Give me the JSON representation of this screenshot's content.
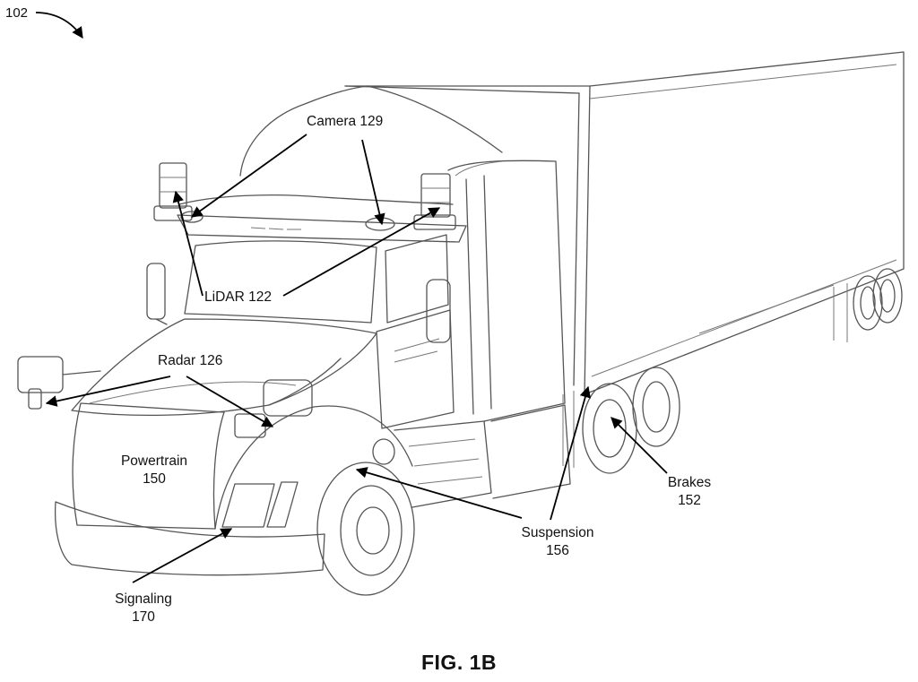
{
  "figure": {
    "reference_numeral": "102",
    "title": "FIG. 1B"
  },
  "labels": {
    "camera": {
      "name": "Camera 129"
    },
    "lidar": {
      "name": "LiDAR  122"
    },
    "radar": {
      "name": "Radar  126"
    },
    "powertrain": {
      "name": "Powertrain",
      "number": "150"
    },
    "brakes": {
      "name": "Brakes",
      "number": "152"
    },
    "suspension": {
      "name": "Suspension",
      "number": "156"
    },
    "signaling": {
      "name": "Signaling",
      "number": "170"
    }
  },
  "colors": {
    "line_art": "#555555",
    "leader_lines": "#000000",
    "background": "#ffffff"
  }
}
